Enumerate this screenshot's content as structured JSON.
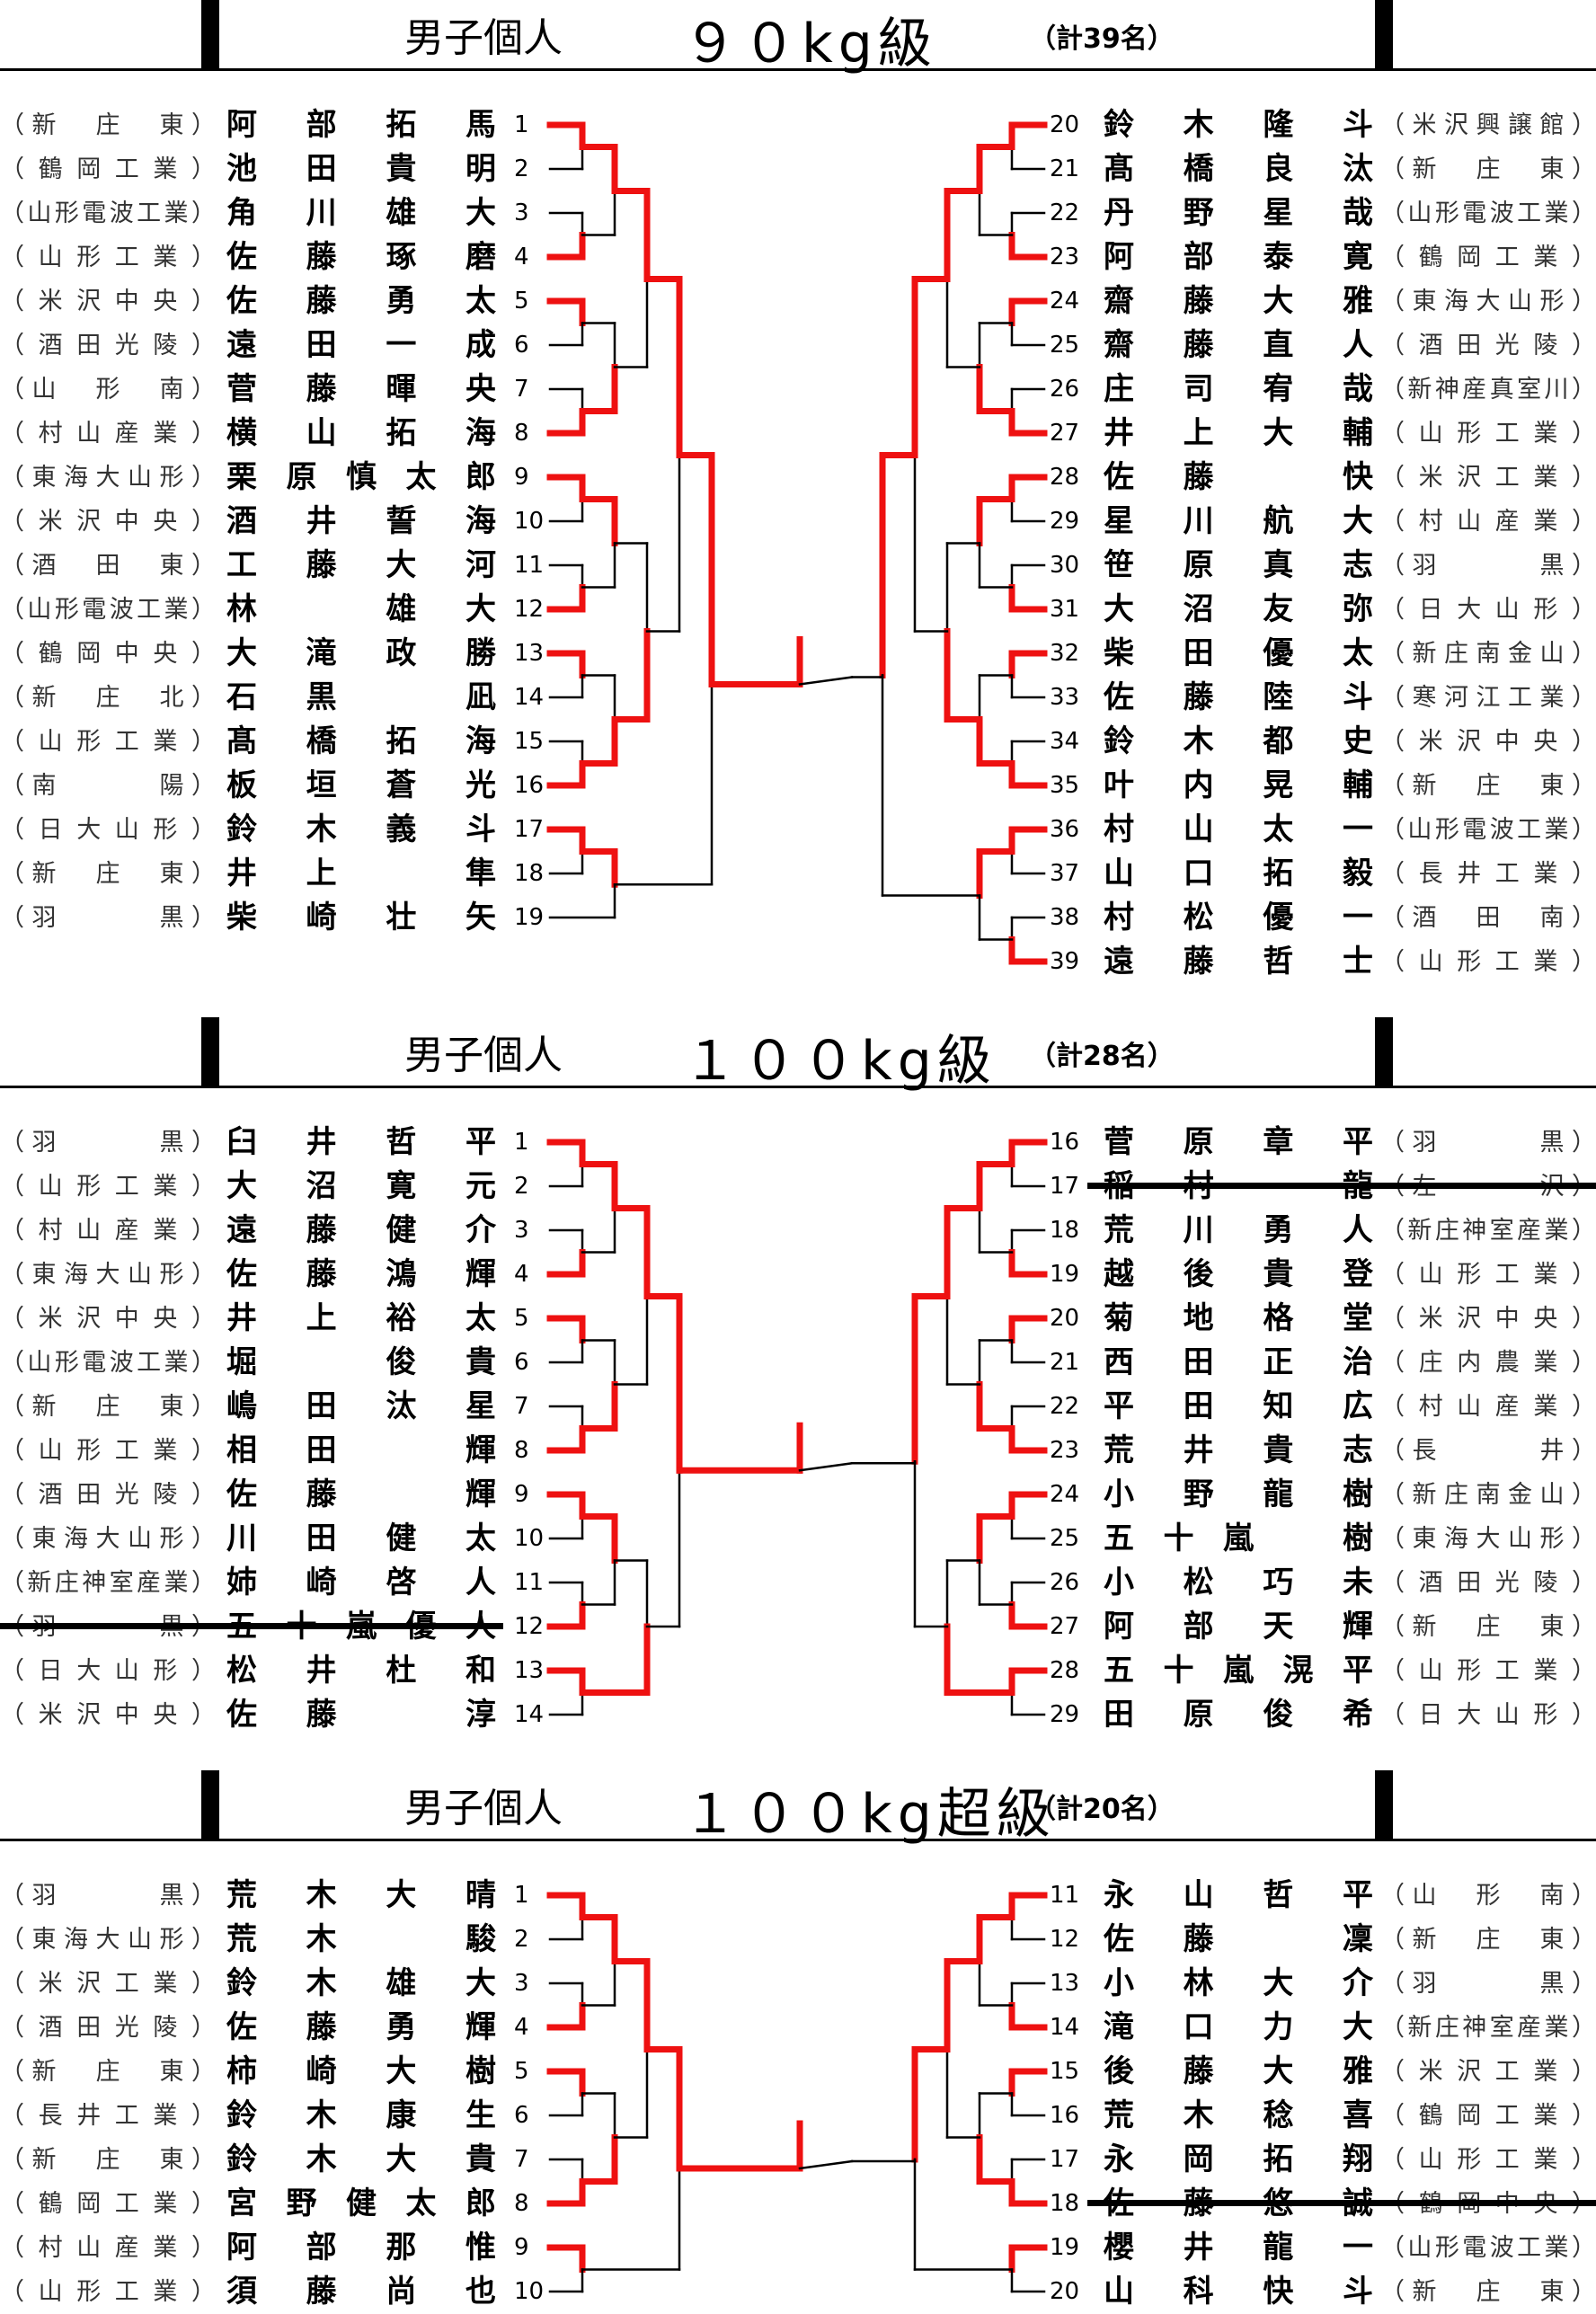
{
  "sections": [
    {
      "title": "男子個人",
      "weight": "９０kg級",
      "total": "（計39名）",
      "left": [
        {
          "num": "1",
          "school": "（新　庄　東）",
          "name": [
            "阿",
            "部",
            "拓",
            "馬"
          ]
        },
        {
          "num": "2",
          "school": "（鶴岡工業）",
          "name": [
            "池",
            "田",
            "貴",
            "明"
          ]
        },
        {
          "num": "3",
          "school": "（山形電波工業）",
          "name": [
            "角",
            "川",
            "雄",
            "大"
          ]
        },
        {
          "num": "4",
          "school": "（山形工業）",
          "name": [
            "佐",
            "藤",
            "琢",
            "磨"
          ]
        },
        {
          "num": "5",
          "school": "（米沢中央）",
          "name": [
            "佐",
            "藤",
            "勇",
            "太"
          ]
        },
        {
          "num": "6",
          "school": "（酒田光陵）",
          "name": [
            "遠",
            "田",
            "一",
            "成"
          ]
        },
        {
          "num": "7",
          "school": "（山　形　南）",
          "name": [
            "菅",
            "藤",
            "暉",
            "央"
          ]
        },
        {
          "num": "8",
          "school": "（村山産業）",
          "name": [
            "横",
            "山",
            "拓",
            "海"
          ]
        },
        {
          "num": "9",
          "school": "（東海大山形）",
          "name": [
            "栗",
            "原",
            "慎",
            "太",
            "郎"
          ]
        },
        {
          "num": "10",
          "school": "（米沢中央）",
          "name": [
            "酒",
            "井",
            "誓",
            "海"
          ]
        },
        {
          "num": "11",
          "school": "（酒　田　東）",
          "name": [
            "工",
            "藤",
            "大",
            "河"
          ]
        },
        {
          "num": "12",
          "school": "（山形電波工業）",
          "name": [
            "林",
            "",
            "雄",
            "大"
          ]
        },
        {
          "num": "13",
          "school": "（鶴岡中央）",
          "name": [
            "大",
            "滝",
            "政",
            "勝"
          ]
        },
        {
          "num": "14",
          "school": "（新　庄　北）",
          "name": [
            "石",
            "黒",
            "",
            "凪"
          ]
        },
        {
          "num": "15",
          "school": "（山形工業）",
          "name": [
            "髙",
            "橋",
            "拓",
            "海"
          ]
        },
        {
          "num": "16",
          "school": "（南　　　陽）",
          "name": [
            "板",
            "垣",
            "蒼",
            "光"
          ]
        },
        {
          "num": "17",
          "school": "（日大山形）",
          "name": [
            "鈴",
            "木",
            "義",
            "斗"
          ]
        },
        {
          "num": "18",
          "school": "（新　庄　東）",
          "name": [
            "井",
            "上",
            "",
            "隼"
          ]
        },
        {
          "num": "19",
          "school": "（羽　　　黒）",
          "name": [
            "柴",
            "崎",
            "壮",
            "矢"
          ]
        }
      ],
      "right": [
        {
          "num": "20",
          "name": [
            "鈴",
            "木",
            "隆",
            "斗"
          ],
          "school": "（米沢興譲館）"
        },
        {
          "num": "21",
          "name": [
            "髙",
            "橋",
            "良",
            "汰"
          ],
          "school": "（新　庄　東）"
        },
        {
          "num": "22",
          "name": [
            "丹",
            "野",
            "星",
            "哉"
          ],
          "school": "（山形電波工業）"
        },
        {
          "num": "23",
          "name": [
            "阿",
            "部",
            "泰",
            "寛"
          ],
          "school": "（鶴岡工業）"
        },
        {
          "num": "24",
          "name": [
            "齋",
            "藤",
            "大",
            "雅"
          ],
          "school": "（東海大山形）"
        },
        {
          "num": "25",
          "name": [
            "齋",
            "藤",
            "直",
            "人"
          ],
          "school": "（酒田光陵）"
        },
        {
          "num": "26",
          "name": [
            "庄",
            "司",
            "宥",
            "哉"
          ],
          "school": "（新神産真室川）"
        },
        {
          "num": "27",
          "name": [
            "井",
            "上",
            "大",
            "輔"
          ],
          "school": "（山形工業）"
        },
        {
          "num": "28",
          "name": [
            "佐",
            "藤",
            "",
            "快"
          ],
          "school": "（米沢工業）"
        },
        {
          "num": "29",
          "name": [
            "星",
            "川",
            "航",
            "大"
          ],
          "school": "（村山産業）"
        },
        {
          "num": "30",
          "name": [
            "笹",
            "原",
            "真",
            "志"
          ],
          "school": "（羽　　　黒）"
        },
        {
          "num": "31",
          "name": [
            "大",
            "沼",
            "友",
            "弥"
          ],
          "school": "（日大山形）"
        },
        {
          "num": "32",
          "name": [
            "柴",
            "田",
            "優",
            "太"
          ],
          "school": "（新庄南金山）"
        },
        {
          "num": "33",
          "name": [
            "佐",
            "藤",
            "陸",
            "斗"
          ],
          "school": "（寒河江工業）"
        },
        {
          "num": "34",
          "name": [
            "鈴",
            "木",
            "都",
            "史"
          ],
          "school": "（米沢中央）"
        },
        {
          "num": "35",
          "name": [
            "叶",
            "内",
            "晃",
            "輔"
          ],
          "school": "（新　庄　東）"
        },
        {
          "num": "36",
          "name": [
            "村",
            "山",
            "太",
            "一"
          ],
          "school": "（山形電波工業）"
        },
        {
          "num": "37",
          "name": [
            "山",
            "口",
            "拓",
            "毅"
          ],
          "school": "（長井工業）"
        },
        {
          "num": "38",
          "name": [
            "村",
            "松",
            "優",
            "一"
          ],
          "school": "（酒　田　南）"
        },
        {
          "num": "39",
          "name": [
            "遠",
            "藤",
            "哲",
            "士"
          ],
          "school": "（山形工業）"
        }
      ]
    },
    {
      "title": "男子個人",
      "weight": "１００kg級",
      "total": "（計28名）",
      "left": [
        {
          "num": "1",
          "school": "（羽　　　黒）",
          "name": [
            "臼",
            "井",
            "哲",
            "平"
          ]
        },
        {
          "num": "2",
          "school": "（山形工業）",
          "name": [
            "大",
            "沼",
            "寛",
            "元"
          ]
        },
        {
          "num": "3",
          "school": "（村山産業）",
          "name": [
            "遠",
            "藤",
            "健",
            "介"
          ]
        },
        {
          "num": "4",
          "school": "（東海大山形）",
          "name": [
            "佐",
            "藤",
            "鴻",
            "輝"
          ]
        },
        {
          "num": "5",
          "school": "（米沢中央）",
          "name": [
            "井",
            "上",
            "裕",
            "太"
          ]
        },
        {
          "num": "6",
          "school": "（山形電波工業）",
          "name": [
            "堀",
            "",
            "俊",
            "貴"
          ]
        },
        {
          "num": "7",
          "school": "（新　庄　東）",
          "name": [
            "嶋",
            "田",
            "汰",
            "星"
          ]
        },
        {
          "num": "8",
          "school": "（山形工業）",
          "name": [
            "相",
            "田",
            "",
            "輝"
          ]
        },
        {
          "num": "9",
          "school": "（酒田光陵）",
          "name": [
            "佐",
            "藤",
            "",
            "輝"
          ]
        },
        {
          "num": "10",
          "school": "（東海大山形）",
          "name": [
            "川",
            "田",
            "健",
            "太"
          ]
        },
        {
          "num": "11",
          "school": "（新庄神室産業）",
          "name": [
            "姉",
            "崎",
            "啓",
            "人"
          ]
        },
        {
          "num": "12",
          "school": "（羽　　　黒）",
          "name": [
            "五",
            "十",
            "嵐",
            "優",
            "人"
          ],
          "withdrawn": true
        },
        {
          "num": "13",
          "school": "（日大山形）",
          "name": [
            "松",
            "井",
            "杜",
            "和"
          ]
        },
        {
          "num": "14",
          "school": "（米沢中央）",
          "name": [
            "佐",
            "藤",
            "",
            "淳"
          ]
        }
      ],
      "right": [
        {
          "num": "16",
          "name": [
            "菅",
            "原",
            "章",
            "平"
          ],
          "school": "（羽　　　黒）"
        },
        {
          "num": "17",
          "name": [
            "稲",
            "村",
            "",
            "龍"
          ],
          "school": "（左　　　沢）",
          "withdrawn": true
        },
        {
          "num": "18",
          "name": [
            "荒",
            "川",
            "勇",
            "人"
          ],
          "school": "（新庄神室産業）"
        },
        {
          "num": "19",
          "name": [
            "越",
            "後",
            "貴",
            "登"
          ],
          "school": "（山形工業）"
        },
        {
          "num": "20",
          "name": [
            "菊",
            "地",
            "格",
            "堂"
          ],
          "school": "（米沢中央）"
        },
        {
          "num": "21",
          "name": [
            "西",
            "田",
            "正",
            "治"
          ],
          "school": "（庄内農業）"
        },
        {
          "num": "22",
          "name": [
            "平",
            "田",
            "知",
            "広"
          ],
          "school": "（村山産業）"
        },
        {
          "num": "23",
          "name": [
            "荒",
            "井",
            "貴",
            "志"
          ],
          "school": "（長　　　井）"
        },
        {
          "num": "24",
          "name": [
            "小",
            "野",
            "龍",
            "樹"
          ],
          "school": "（新庄南金山）"
        },
        {
          "num": "25",
          "name": [
            "五",
            "十",
            "嵐",
            "",
            "樹"
          ],
          "school": "（東海大山形）"
        },
        {
          "num": "26",
          "name": [
            "小",
            "松",
            "巧",
            "未"
          ],
          "school": "（酒田光陵）"
        },
        {
          "num": "27",
          "name": [
            "阿",
            "部",
            "天",
            "輝"
          ],
          "school": "（新　庄　東）"
        },
        {
          "num": "28",
          "name": [
            "五",
            "十",
            "嵐",
            "滉",
            "平"
          ],
          "school": "（山形工業）"
        },
        {
          "num": "29",
          "name": [
            "田",
            "原",
            "俊",
            "希"
          ],
          "school": "（日大山形）"
        }
      ]
    },
    {
      "title": "男子個人",
      "weight": "１００kg超級",
      "total": "（計20名）",
      "left": [
        {
          "num": "1",
          "school": "（羽　　　黒）",
          "name": [
            "荒",
            "木",
            "大",
            "晴"
          ]
        },
        {
          "num": "2",
          "school": "（東海大山形）",
          "name": [
            "荒",
            "木",
            "",
            "駿"
          ]
        },
        {
          "num": "3",
          "school": "（米沢工業）",
          "name": [
            "鈴",
            "木",
            "雄",
            "大"
          ]
        },
        {
          "num": "4",
          "school": "（酒田光陵）",
          "name": [
            "佐",
            "藤",
            "勇",
            "輝"
          ]
        },
        {
          "num": "5",
          "school": "（新　庄　東）",
          "name": [
            "柿",
            "崎",
            "大",
            "樹"
          ]
        },
        {
          "num": "6",
          "school": "（長井工業）",
          "name": [
            "鈴",
            "木",
            "康",
            "生"
          ]
        },
        {
          "num": "7",
          "school": "（新　庄　東）",
          "name": [
            "鈴",
            "木",
            "大",
            "貴"
          ]
        },
        {
          "num": "8",
          "school": "（鶴岡工業）",
          "name": [
            "宮",
            "野",
            "健",
            "太",
            "郎"
          ]
        },
        {
          "num": "9",
          "school": "（村山産業）",
          "name": [
            "阿",
            "部",
            "那",
            "惟"
          ]
        },
        {
          "num": "10",
          "school": "（山形工業）",
          "name": [
            "須",
            "藤",
            "尚",
            "也"
          ]
        }
      ],
      "right": [
        {
          "num": "11",
          "name": [
            "永",
            "山",
            "哲",
            "平"
          ],
          "school": "（山　形　南）"
        },
        {
          "num": "12",
          "name": [
            "佐",
            "藤",
            "",
            "凜"
          ],
          "school": "（新　庄　東）"
        },
        {
          "num": "13",
          "name": [
            "小",
            "林",
            "大",
            "介"
          ],
          "school": "（羽　　　黒）"
        },
        {
          "num": "14",
          "name": [
            "滝",
            "口",
            "力",
            "大"
          ],
          "school": "（新庄神室産業）"
        },
        {
          "num": "15",
          "name": [
            "後",
            "藤",
            "大",
            "雅"
          ],
          "school": "（米沢工業）"
        },
        {
          "num": "16",
          "name": [
            "荒",
            "木",
            "稔",
            "喜"
          ],
          "school": "（鶴岡工業）"
        },
        {
          "num": "17",
          "name": [
            "永",
            "岡",
            "拓",
            "翔"
          ],
          "school": "（山形工業）"
        },
        {
          "num": "18",
          "name": [
            "佐",
            "藤",
            "悠",
            "誠"
          ],
          "school": "（鶴岡中央）",
          "withdrawn": true
        },
        {
          "num": "19",
          "name": [
            "櫻",
            "井",
            "龍",
            "一"
          ],
          "school": "（山形電波工業）"
        },
        {
          "num": "20",
          "name": [
            "山",
            "科",
            "快",
            "斗"
          ],
          "school": "（新　庄　東）"
        }
      ]
    }
  ],
  "colors": {
    "winner_line": "#ee1111",
    "line": "#000000"
  }
}
